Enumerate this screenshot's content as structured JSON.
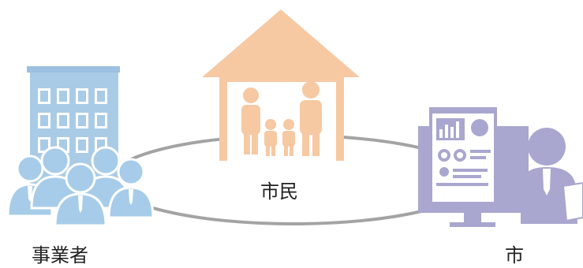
{
  "labels": {
    "citizens": "市民",
    "business": "事業者",
    "city": "市"
  },
  "colors": {
    "house": "#f6c9a3",
    "building": "#a9cbe6",
    "people_business": "#a6cce9",
    "city_figure": "#a9a6cf",
    "ellipse": "#a3a3a3"
  },
  "icons": [
    "house-icon",
    "family-icon",
    "office-building-icon",
    "business-people-icon",
    "monitor-dashboard-icon",
    "businessman-icon"
  ]
}
